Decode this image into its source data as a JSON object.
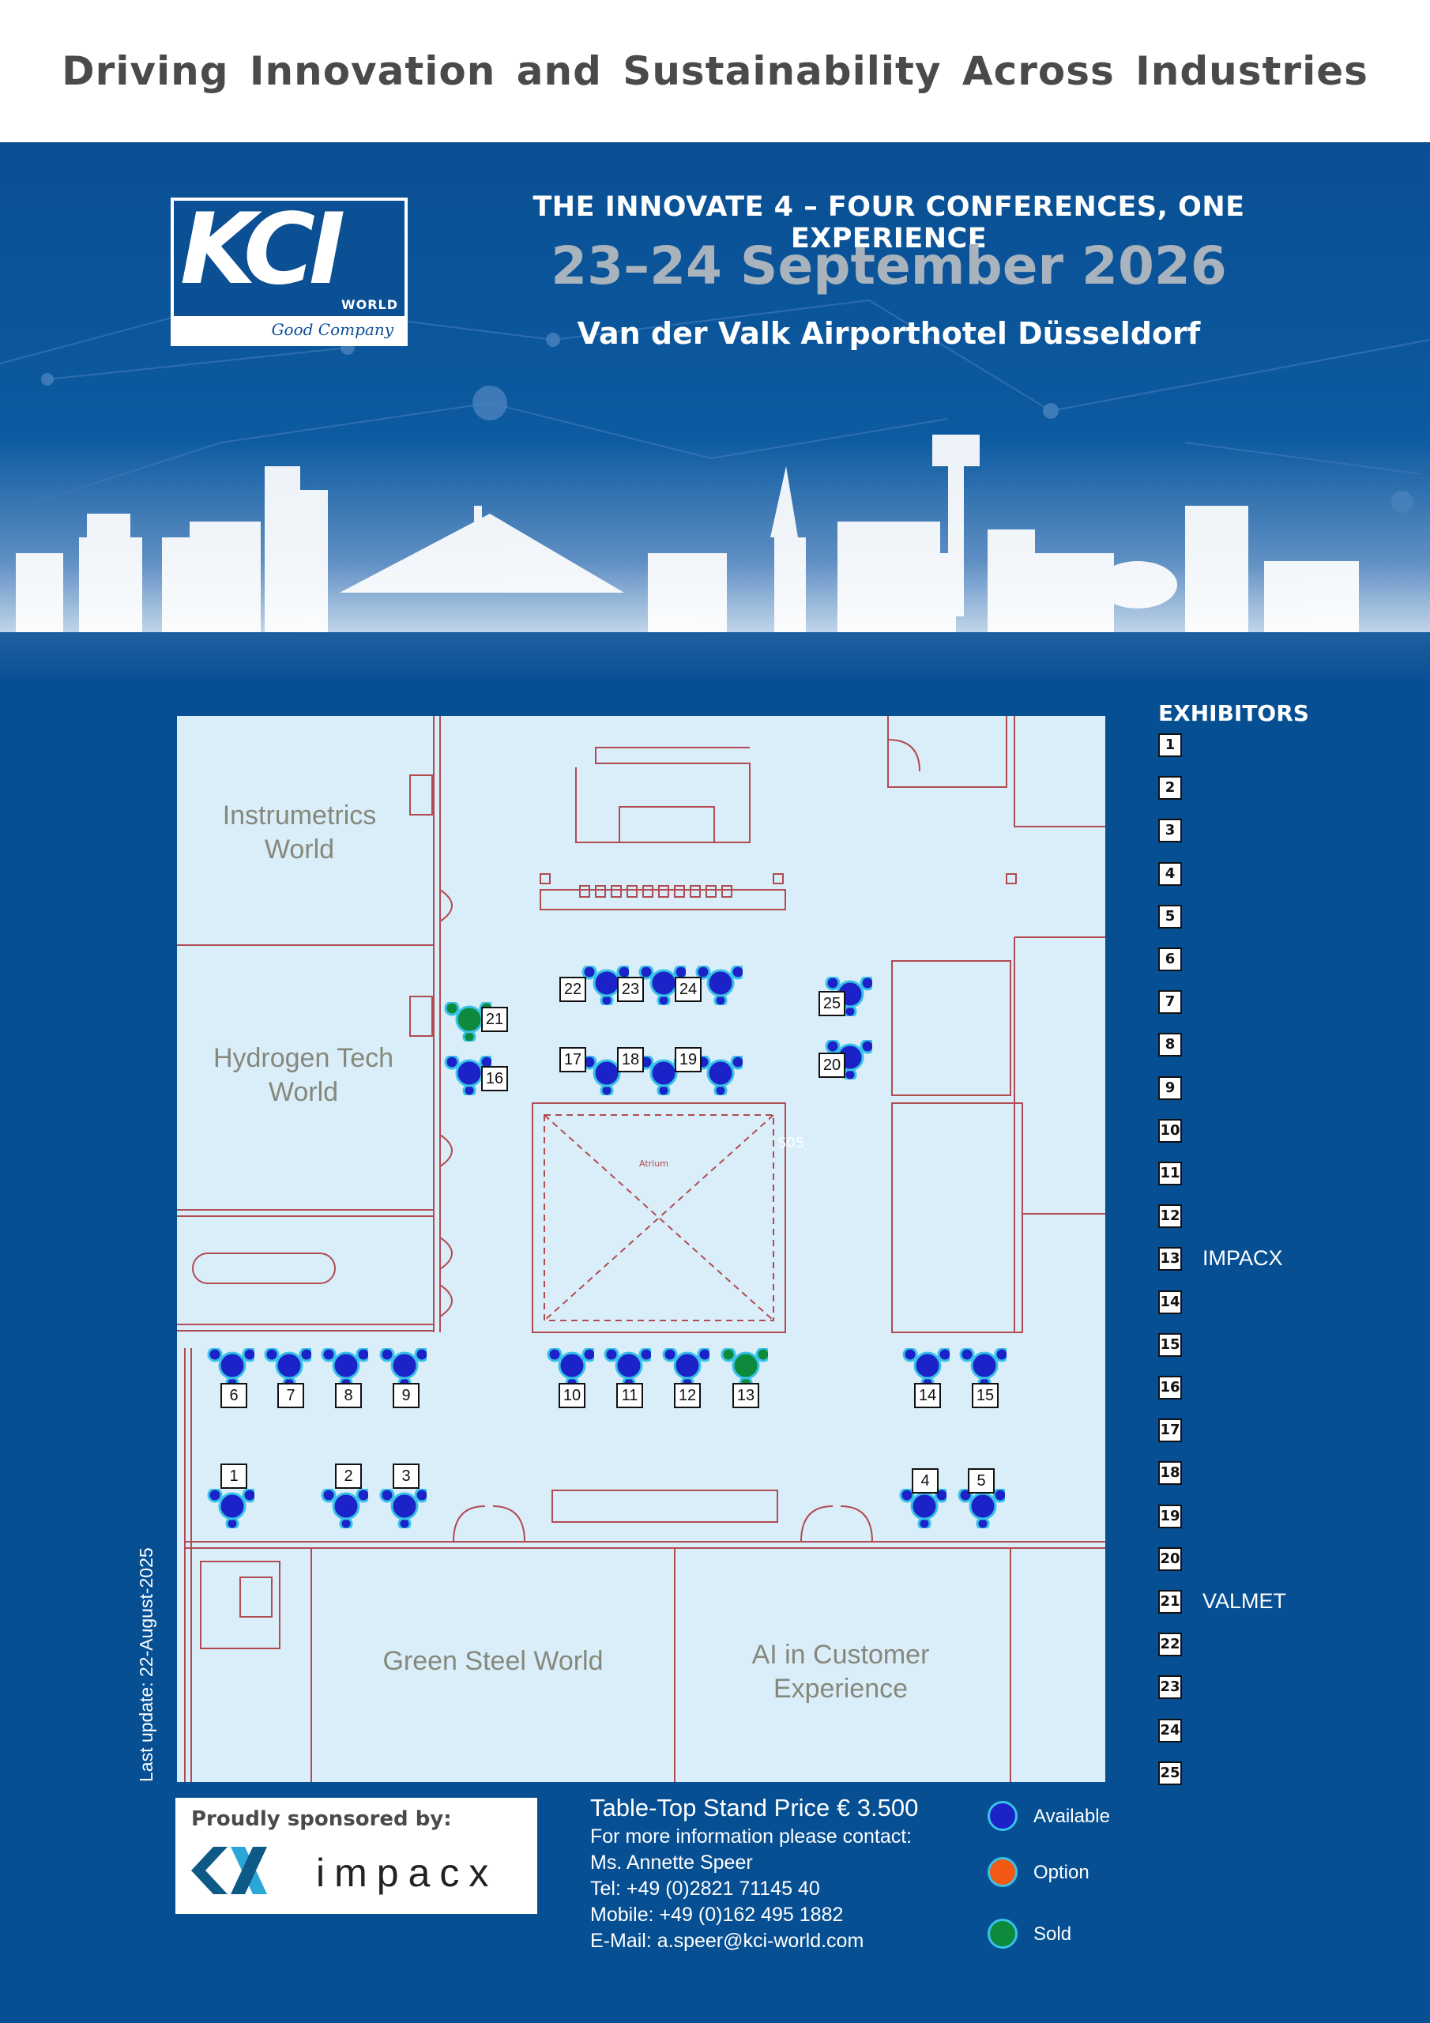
{
  "header": {
    "tagline": "Driving Innovation and Sustainability Across Industries"
  },
  "hero": {
    "logo_text": "KCI",
    "logo_world": "WORLD",
    "logo_tagline": "Good Company",
    "conference_title": "THE INNOVATE 4 – FOUR CONFERENCES, ONE EXPERIENCE",
    "date": "23–24 September 2026",
    "venue": "Van der Valk Airporthotel Düsseldorf"
  },
  "floor_plan": {
    "zones": [
      {
        "id": "instrumetrics",
        "label": "Instrumetrics\nWorld"
      },
      {
        "id": "hydrogen",
        "label": "Hydrogen Tech\nWorld"
      },
      {
        "id": "green-steel",
        "label": "Green Steel World"
      },
      {
        "id": "ai-cx",
        "label": "AI in Customer\nExperience"
      }
    ],
    "atrium_label": "Atrium",
    "room_code": "S05",
    "stands": [
      {
        "number": "1",
        "status": "available"
      },
      {
        "number": "2",
        "status": "available"
      },
      {
        "number": "3",
        "status": "available"
      },
      {
        "number": "4",
        "status": "available"
      },
      {
        "number": "5",
        "status": "available"
      },
      {
        "number": "6",
        "status": "available"
      },
      {
        "number": "7",
        "status": "available"
      },
      {
        "number": "8",
        "status": "available"
      },
      {
        "number": "9",
        "status": "available"
      },
      {
        "number": "10",
        "status": "available"
      },
      {
        "number": "11",
        "status": "available"
      },
      {
        "number": "12",
        "status": "available"
      },
      {
        "number": "13",
        "status": "sold"
      },
      {
        "number": "14",
        "status": "available"
      },
      {
        "number": "15",
        "status": "available"
      },
      {
        "number": "16",
        "status": "available"
      },
      {
        "number": "17",
        "status": "available"
      },
      {
        "number": "18",
        "status": "available"
      },
      {
        "number": "19",
        "status": "available"
      },
      {
        "number": "20",
        "status": "available"
      },
      {
        "number": "21",
        "status": "sold"
      },
      {
        "number": "22",
        "status": "available"
      },
      {
        "number": "23",
        "status": "available"
      },
      {
        "number": "24",
        "status": "available"
      },
      {
        "number": "25",
        "status": "available"
      }
    ],
    "last_update": "Last update: 22-August-2025"
  },
  "exhibitors": {
    "title": "EXHIBITORS",
    "list": [
      {
        "number": "1",
        "name": ""
      },
      {
        "number": "2",
        "name": ""
      },
      {
        "number": "3",
        "name": ""
      },
      {
        "number": "4",
        "name": ""
      },
      {
        "number": "5",
        "name": ""
      },
      {
        "number": "6",
        "name": ""
      },
      {
        "number": "7",
        "name": ""
      },
      {
        "number": "8",
        "name": ""
      },
      {
        "number": "9",
        "name": ""
      },
      {
        "number": "10",
        "name": ""
      },
      {
        "number": "11",
        "name": ""
      },
      {
        "number": "12",
        "name": ""
      },
      {
        "number": "13",
        "name": "IMPACX"
      },
      {
        "number": "14",
        "name": ""
      },
      {
        "number": "15",
        "name": ""
      },
      {
        "number": "16",
        "name": ""
      },
      {
        "number": "17",
        "name": ""
      },
      {
        "number": "18",
        "name": ""
      },
      {
        "number": "19",
        "name": ""
      },
      {
        "number": "20",
        "name": ""
      },
      {
        "number": "21",
        "name": "VALMET"
      },
      {
        "number": "22",
        "name": ""
      },
      {
        "number": "23",
        "name": ""
      },
      {
        "number": "24",
        "name": ""
      },
      {
        "number": "25",
        "name": ""
      }
    ]
  },
  "sponsor": {
    "label": "Proudly sponsored by:",
    "name": "impacx"
  },
  "contact": {
    "price": "Table-Top Stand Price € 3.500",
    "intro": "For more information please contact:",
    "person": "Ms. Annette Speer",
    "tel": "Tel: +49 (0)2821 71145 40",
    "mobile": "Mobile: +49 (0)162 495 1882",
    "email": "E-Mail: a.speer@kci-world.com"
  },
  "legend": [
    {
      "label": "Available",
      "status": "available",
      "color": "#1a22c8"
    },
    {
      "label": "Option",
      "status": "option",
      "color": "#f05a14"
    },
    {
      "label": "Sold",
      "status": "sold",
      "color": "#0e8a3c"
    }
  ],
  "colors": {
    "background": "#064f93",
    "plan_background": "#d9eef9",
    "wall_lines": "#b24a52",
    "stand_ring": "#38c2e8"
  }
}
